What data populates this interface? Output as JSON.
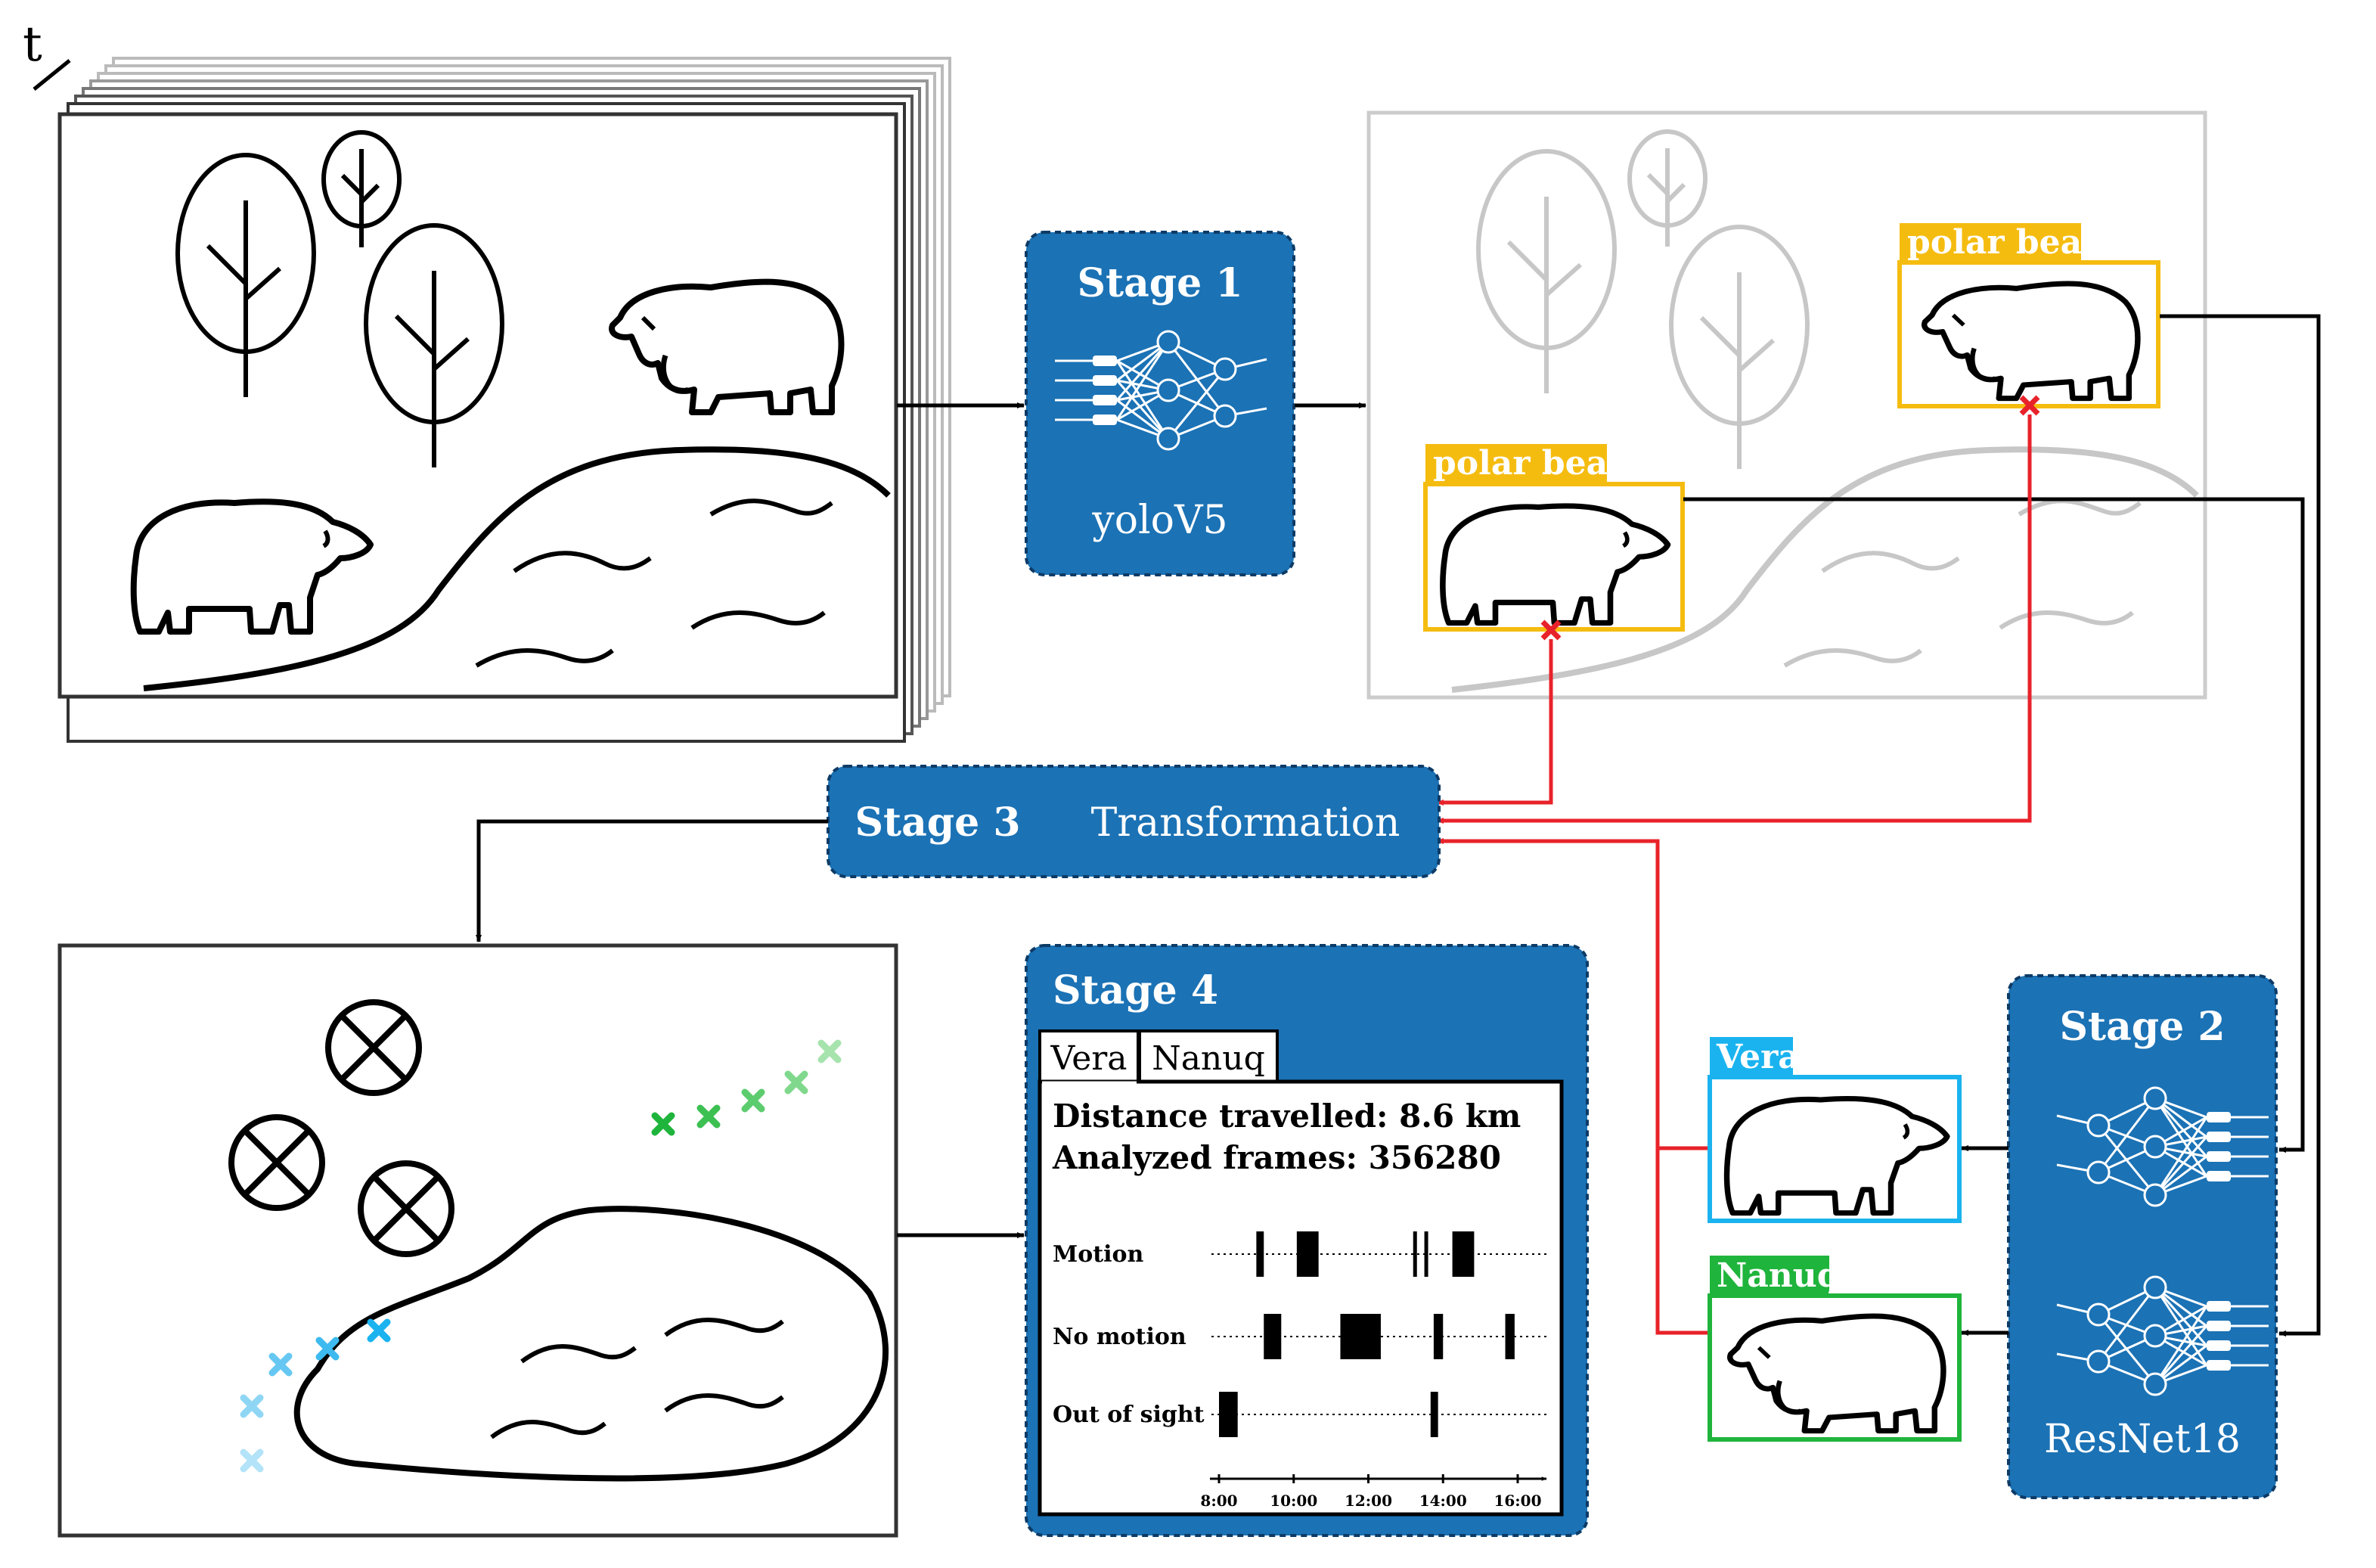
{
  "time_axis_label": "t",
  "stage1": {
    "title": "Stage 1",
    "model": "yoloV5"
  },
  "stage2": {
    "title": "Stage 2",
    "model": "ResNet18"
  },
  "stage3": {
    "title": "Stage 3",
    "subtitle": "Transformation"
  },
  "stage4": {
    "title": "Stage 4",
    "tabs": [
      {
        "label": "Vera",
        "active": true
      },
      {
        "label": "Nanuq",
        "active": false
      }
    ],
    "stats": [
      {
        "label": "Distance travelled: 8.6 km"
      },
      {
        "label": "Analyzed frames: 356280"
      }
    ],
    "timeline": {
      "rows": [
        {
          "label": "Motion",
          "segments": [
            [
              "9:00",
              "9:12"
            ],
            [
              "10:05",
              "10:40"
            ],
            [
              "13:12",
              "13:18"
            ],
            [
              "13:30",
              "13:36"
            ],
            [
              "14:15",
              "14:50"
            ]
          ]
        },
        {
          "label": "No motion",
          "segments": [
            [
              "9:12",
              "9:40"
            ],
            [
              "11:15",
              "12:20"
            ],
            [
              "13:45",
              "14:00"
            ],
            [
              "15:40",
              "15:55"
            ]
          ]
        },
        {
          "label": "Out of sight",
          "segments": [
            [
              "8:00",
              "8:30"
            ],
            [
              "13:40",
              "13:52"
            ]
          ]
        }
      ],
      "ticks": [
        "8:00",
        "10:00",
        "12:00",
        "14:00",
        "16:00"
      ]
    }
  },
  "detections": [
    {
      "label": "polar bear"
    },
    {
      "label": "polar bear"
    }
  ],
  "identities": [
    {
      "label": "Vera",
      "color": "#1ab3ef"
    },
    {
      "label": "Nanuq",
      "color": "#1fb43c"
    }
  ],
  "colors": {
    "stage_fill": "#1b72b5",
    "detection_box": "#f5bc10",
    "transform_arrow": "#e8222a",
    "vera": "#1ab3ef",
    "nanuq": "#1fb43c"
  }
}
